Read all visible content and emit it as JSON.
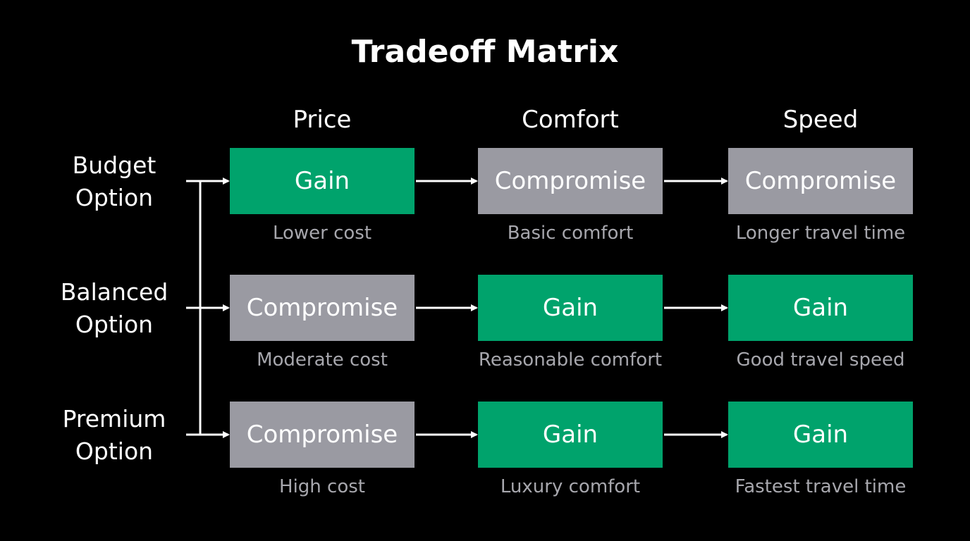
{
  "title": "Tradeoff Matrix",
  "columns": [
    "Price",
    "Comfort",
    "Speed"
  ],
  "rows": [
    {
      "label_line1": "Budget",
      "label_line2": "Option",
      "cells": [
        {
          "status": "Gain",
          "note": "Lower cost"
        },
        {
          "status": "Compromise",
          "note": "Basic comfort"
        },
        {
          "status": "Compromise",
          "note": "Longer travel time"
        }
      ]
    },
    {
      "label_line1": "Balanced",
      "label_line2": "Option",
      "cells": [
        {
          "status": "Compromise",
          "note": "Moderate cost"
        },
        {
          "status": "Gain",
          "note": "Reasonable comfort"
        },
        {
          "status": "Gain",
          "note": "Good travel speed"
        }
      ]
    },
    {
      "label_line1": "Premium",
      "label_line2": "Option",
      "cells": [
        {
          "status": "Compromise",
          "note": "High cost"
        },
        {
          "status": "Gain",
          "note": "Luxury comfort"
        },
        {
          "status": "Gain",
          "note": "Fastest travel time"
        }
      ]
    }
  ],
  "colors": {
    "gain": "#00a36c",
    "compromise": "#9a9aa2",
    "background": "#000000",
    "note_text": "#a7a7ad"
  }
}
